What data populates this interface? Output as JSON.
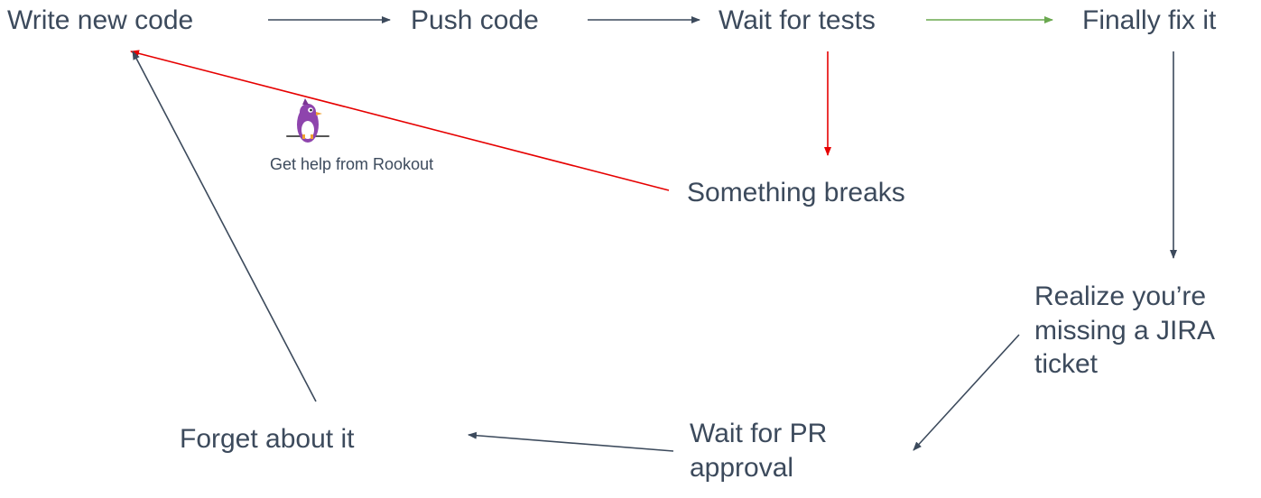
{
  "nodes": {
    "write_new_code": "Write new code",
    "push_code": "Push code",
    "wait_for_tests": "Wait for tests",
    "finally_fix_it": "Finally fix it",
    "something_breaks": "Something breaks",
    "realize_jira": "Realize you’re\nmissing a JIRA\nticket",
    "wait_pr": "Wait for PR\napproval",
    "forget": "Forget about it"
  },
  "rookout": {
    "label": "Get help from Rookout",
    "icon": "bird-icon"
  },
  "colors": {
    "text": "#3c4a5c",
    "arrow_default": "#3c4a5c",
    "arrow_success": "#6aa84f",
    "arrow_failure": "#e60000",
    "bird_body": "#8e44ad"
  }
}
